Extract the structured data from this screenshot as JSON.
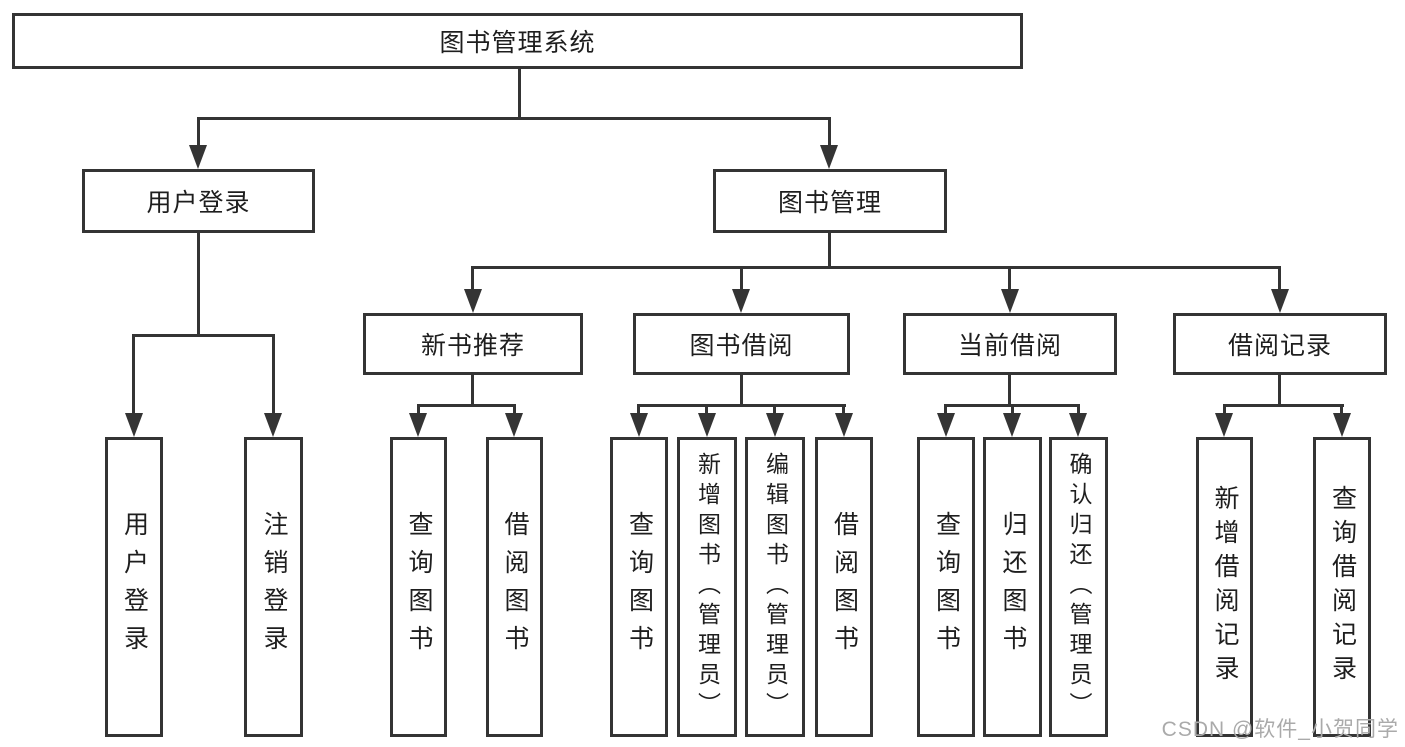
{
  "diagram": {
    "root": {
      "label": "图书管理系统"
    },
    "branches": [
      {
        "label": "用户登录",
        "children": [
          {
            "label": "用户登录"
          },
          {
            "label": "注销登录"
          }
        ]
      },
      {
        "label": "图书管理",
        "children": [
          {
            "label": "新书推荐",
            "children": [
              {
                "label": "查询图书"
              },
              {
                "label": "借阅图书"
              }
            ]
          },
          {
            "label": "图书借阅",
            "children": [
              {
                "label": "查询图书"
              },
              {
                "label": "新增图书（管理员）"
              },
              {
                "label": "编辑图书（管理员）"
              },
              {
                "label": "借阅图书"
              }
            ]
          },
          {
            "label": "当前借阅",
            "children": [
              {
                "label": "查询图书"
              },
              {
                "label": "归还图书"
              },
              {
                "label": "确认归还（管理员）"
              }
            ]
          },
          {
            "label": "借阅记录",
            "children": [
              {
                "label": "新增借阅记录"
              },
              {
                "label": "查询借阅记录"
              }
            ]
          }
        ]
      }
    ]
  },
  "watermark": {
    "text": "CSDN @软件_小贺同学"
  },
  "colors": {
    "line": "#343434",
    "text": "#1e1e1e",
    "watermark": "#aaaaaa",
    "background": "#ffffff"
  }
}
